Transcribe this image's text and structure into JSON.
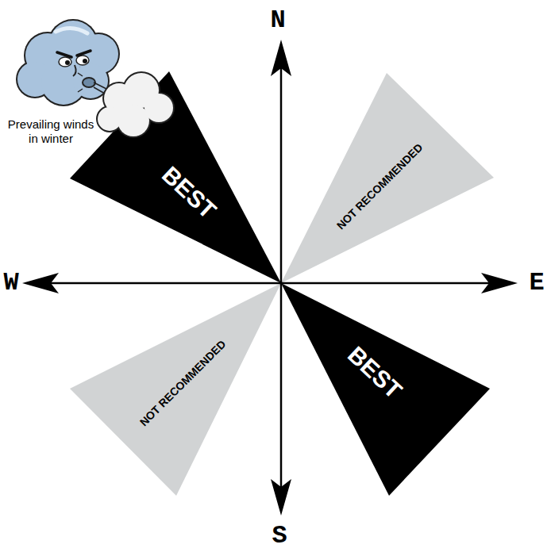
{
  "diagram": {
    "nodes": [
      {
        "text": [
          "BEST"
        ]
      },
      {
        "text": [
          "NOT RECOMMENDED"
        ]
      },
      {
        "text": [
          "NOT RECOMMENDED"
        ]
      },
      {
        "text": [
          "BEST"
        ]
      }
    ],
    "labels": [
      "N",
      "W",
      "E",
      "S",
      "Prevailing winds in winter"
    ]
  }
}
